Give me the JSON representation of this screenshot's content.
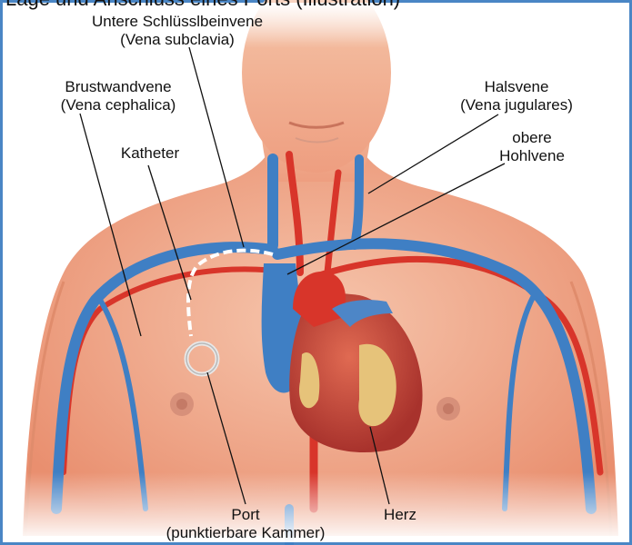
{
  "header": {
    "caption": "Lage und Anschluss eines Ports (Illustration)"
  },
  "labels": {
    "subclavia": {
      "line1": "Untere Schlüsslbeinvene",
      "line2": "(Vena subclavia)"
    },
    "cephalica": {
      "line1": "Brustwandvene",
      "line2": "(Vena cephalica)"
    },
    "katheter": {
      "line1": "Katheter"
    },
    "halsvene": {
      "line1": "Halsvene",
      "line2": "(Vena jugulares)"
    },
    "hohlvene": {
      "line1": "obere",
      "line2": "Hohlvene"
    },
    "port": {
      "line1": "Port",
      "line2": "(punktierbare Kammer)"
    },
    "herz": {
      "line1": "Herz"
    }
  },
  "colors": {
    "frame": "#4a86c5",
    "skin": "#f2b79a",
    "vein": "#3f7fc4",
    "artery": "#d8352a",
    "heart": "#c8403a"
  }
}
